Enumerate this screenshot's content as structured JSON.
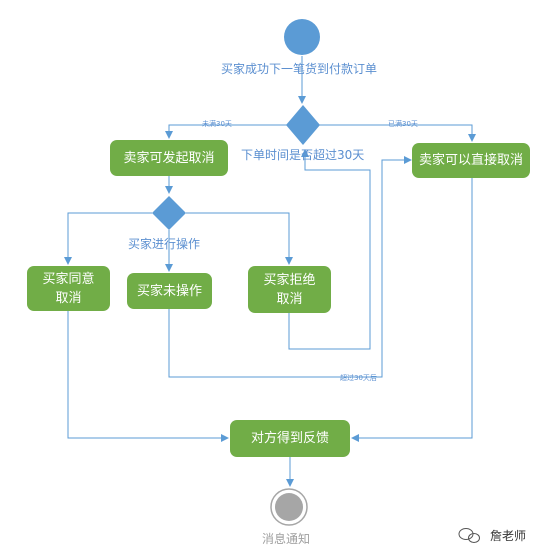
{
  "diagram": {
    "start_label": "买家成功下一笔货到付款订单",
    "decision1_label": "下单时间是否超过30天",
    "branch_not_over": "未满30天",
    "branch_over": "已满30天",
    "seller_cancel_request": "卖家可发起取消",
    "seller_cancel_direct": "卖家可以直接取消",
    "decision2_label": "买家进行操作",
    "buyer_agree": "买家同意取消",
    "buyer_no_action": "买家未操作",
    "buyer_reject": "买家拒绝取消",
    "after_30": "超过30天后",
    "feedback": "对方得到反馈",
    "end_label": "消息通知"
  },
  "watermark": {
    "text": "詹老师"
  },
  "colors": {
    "node_blue": "#5b9bd5",
    "box_green": "#71ad47",
    "line_blue": "#5b9bd5",
    "end_gray": "#a6a6a6"
  }
}
